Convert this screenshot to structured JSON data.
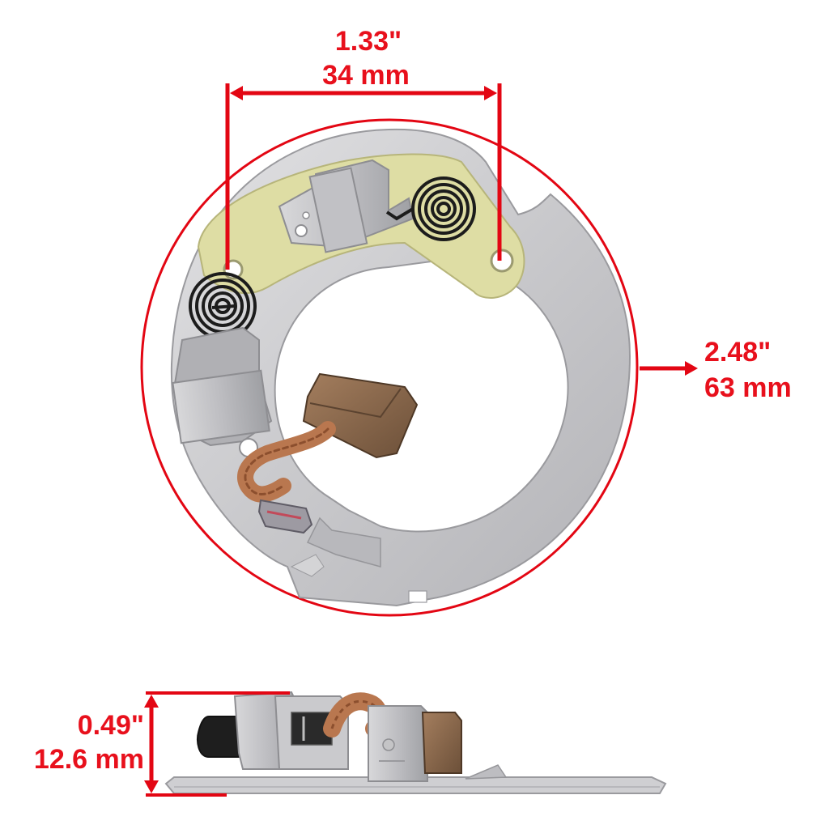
{
  "colors": {
    "dimension": "#e30613",
    "label": "#e8101c",
    "metal": "#c7c7c9",
    "metal_dark": "#9c9ca0",
    "pcb": "#dedda4",
    "spring": "#1c1c1c",
    "brush": "#8a6a4e",
    "copper": "#b9774f"
  },
  "dimensions": {
    "bracket_width": {
      "inch": "1.33\"",
      "mm": "34 mm"
    },
    "outer_diameter": {
      "inch": "2.48\"",
      "mm": "63 mm"
    },
    "height": {
      "inch": "0.49\"",
      "mm": "12.6 mm"
    }
  },
  "product": {
    "top_view_icon": "brush-plate-top-view",
    "side_view_icon": "brush-plate-side-view"
  }
}
